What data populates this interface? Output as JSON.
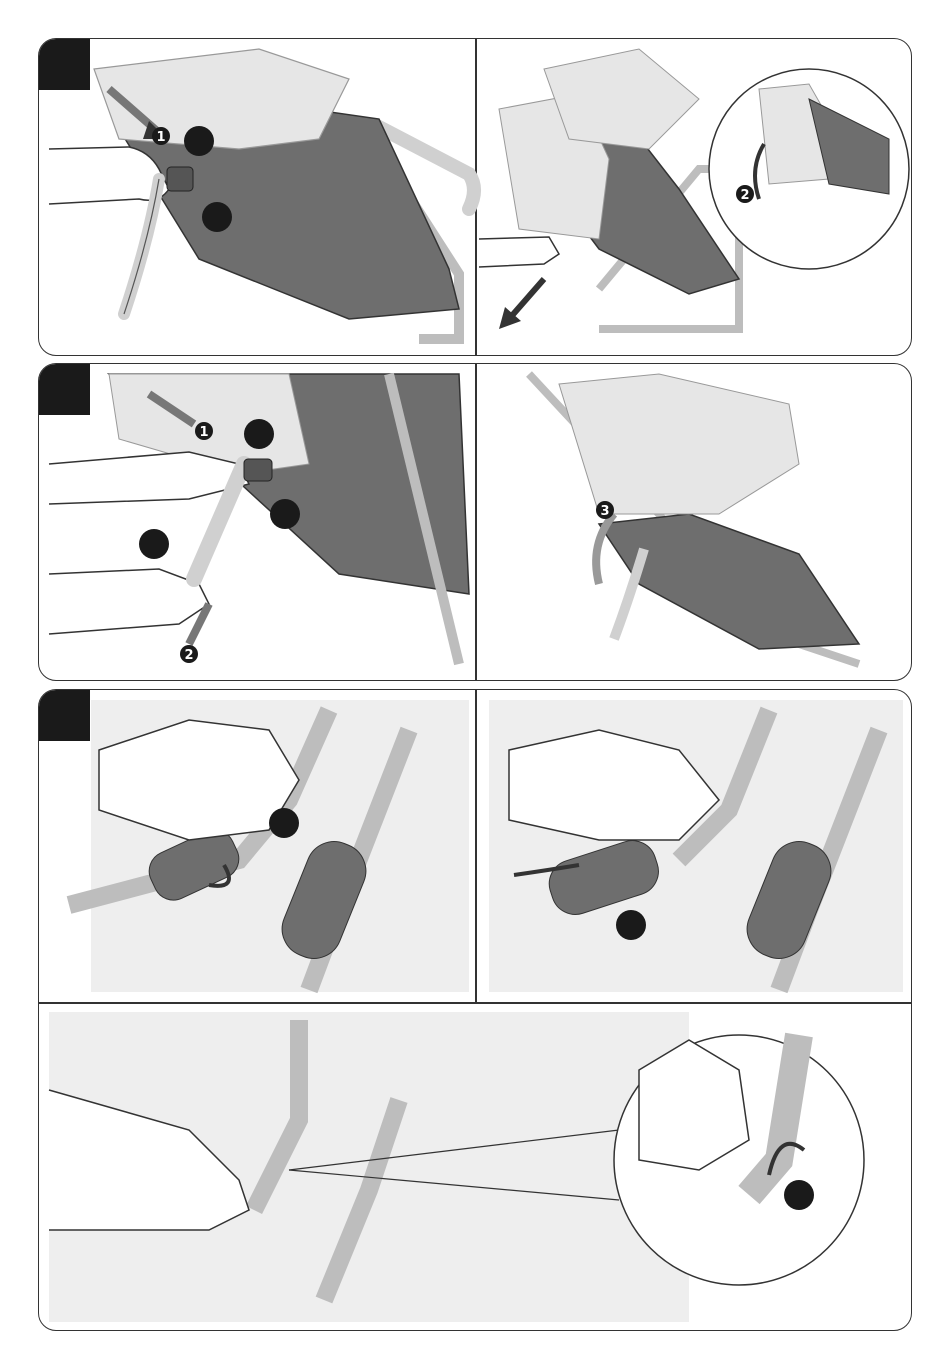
{
  "colors": {
    "panel_border": "#333333",
    "step_tab": "#1a1a1a",
    "stroller_light": "#e6e6e6",
    "stroller_mid": "#bdbdbd",
    "stroller_dark": "#6e6e6e",
    "strap": "#d0d0d0",
    "hand_fill": "#ffffff",
    "callout": "#1a1a1a"
  },
  "steps": [
    {
      "id": "step-1",
      "frames": [
        {
          "id": "1a",
          "markers": [
            "1"
          ],
          "callouts": 2,
          "depicts": "hand-pulling-strap-icon"
        },
        {
          "id": "1b",
          "markers": [
            "2"
          ],
          "callouts": 0,
          "depicts": "magnified-detail-icon"
        }
      ]
    },
    {
      "id": "step-2",
      "frames": [
        {
          "id": "2a",
          "markers": [
            "1",
            "2"
          ],
          "callouts": 3,
          "depicts": "two-hands-strap-icon"
        },
        {
          "id": "2b",
          "markers": [
            "3"
          ],
          "callouts": 0,
          "depicts": "strap-lift-icon"
        }
      ]
    },
    {
      "id": "step-3",
      "frames": [
        {
          "id": "3a",
          "markers": [],
          "callouts": 1,
          "depicts": "pad-rotate-icon"
        },
        {
          "id": "3b",
          "markers": [],
          "callouts": 1,
          "depicts": "pad-remove-icon"
        }
      ]
    },
    {
      "id": "step-4",
      "frames": [
        {
          "id": "4a",
          "markers": [],
          "callouts": 1,
          "depicts": "strap-detail-zoom-icon"
        }
      ]
    }
  ]
}
